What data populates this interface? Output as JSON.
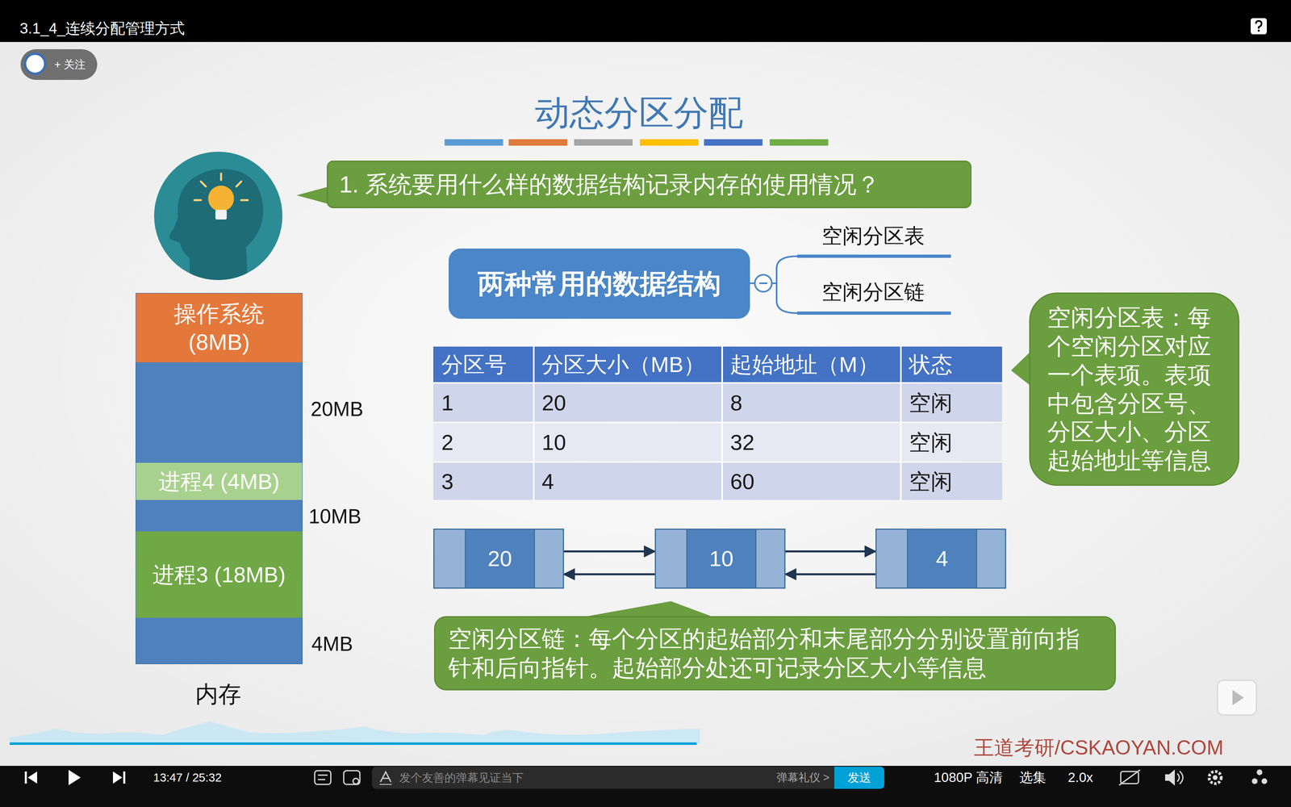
{
  "diagram": {
    "title": "动态分区分配",
    "nodes": [
      {
        "text": [
          "+ 关注"
        ]
      },
      {
        "text": [
          "1. 系统要用什么样的数据结构记录内存的使用情况？"
        ]
      },
      {
        "text": [
          "两种常用的数据结构"
        ]
      },
      {
        "text": [
          "操作系统 (8MB)"
        ]
      },
      {
        "text": [
          "进程4 (4MB)"
        ]
      },
      {
        "text": [
          "进程3 (18MB)"
        ]
      },
      {
        "text": [
          "空闲分区表：每 个空闲分区对应 一个表项。表项 中包含分区号、 分区大小、分区 起始地址等信息"
        ]
      },
      {
        "text": [
          "20"
        ]
      },
      {
        "text": [
          "10"
        ]
      },
      {
        "text": [
          "4"
        ]
      },
      {
        "text": [
          "空闲分区链：每个分区的起始部分和末尾部分分别设置前向指 针和后向指针。起始部分处还可记录分区大小等信息"
        ]
      },
      {
        "text": [
          "发个友善的弹幕见证当下",
          "弹幕礼仪 >"
        ]
      },
      {
        "text": [
          "发送"
        ]
      }
    ],
    "edges": [
      {
        "from": 7,
        "to": 8,
        "arrow": "to"
      },
      {
        "from": 8,
        "to": 7,
        "arrow": "to"
      },
      {
        "from": 8,
        "to": 9,
        "arrow": "to"
      },
      {
        "from": 9,
        "to": 8,
        "arrow": "to"
      }
    ],
    "labels": [
      "3.1_4_连续分配管理方式",
      "空闲分区表",
      "空闲分区链",
      "20MB",
      "10MB",
      "4MB",
      "内存",
      "分区号",
      "分区大小（MB）",
      "起始地址（M）",
      "状态",
      "1",
      "20",
      "8",
      "空闲",
      "2",
      "10",
      "32",
      "空闲",
      "3",
      "4",
      "60",
      "空闲",
      "王道考研/CSKAOYAN.COM",
      "13:47 / 25:32",
      "1080P 高清",
      "选集",
      "2.0x"
    ]
  }
}
